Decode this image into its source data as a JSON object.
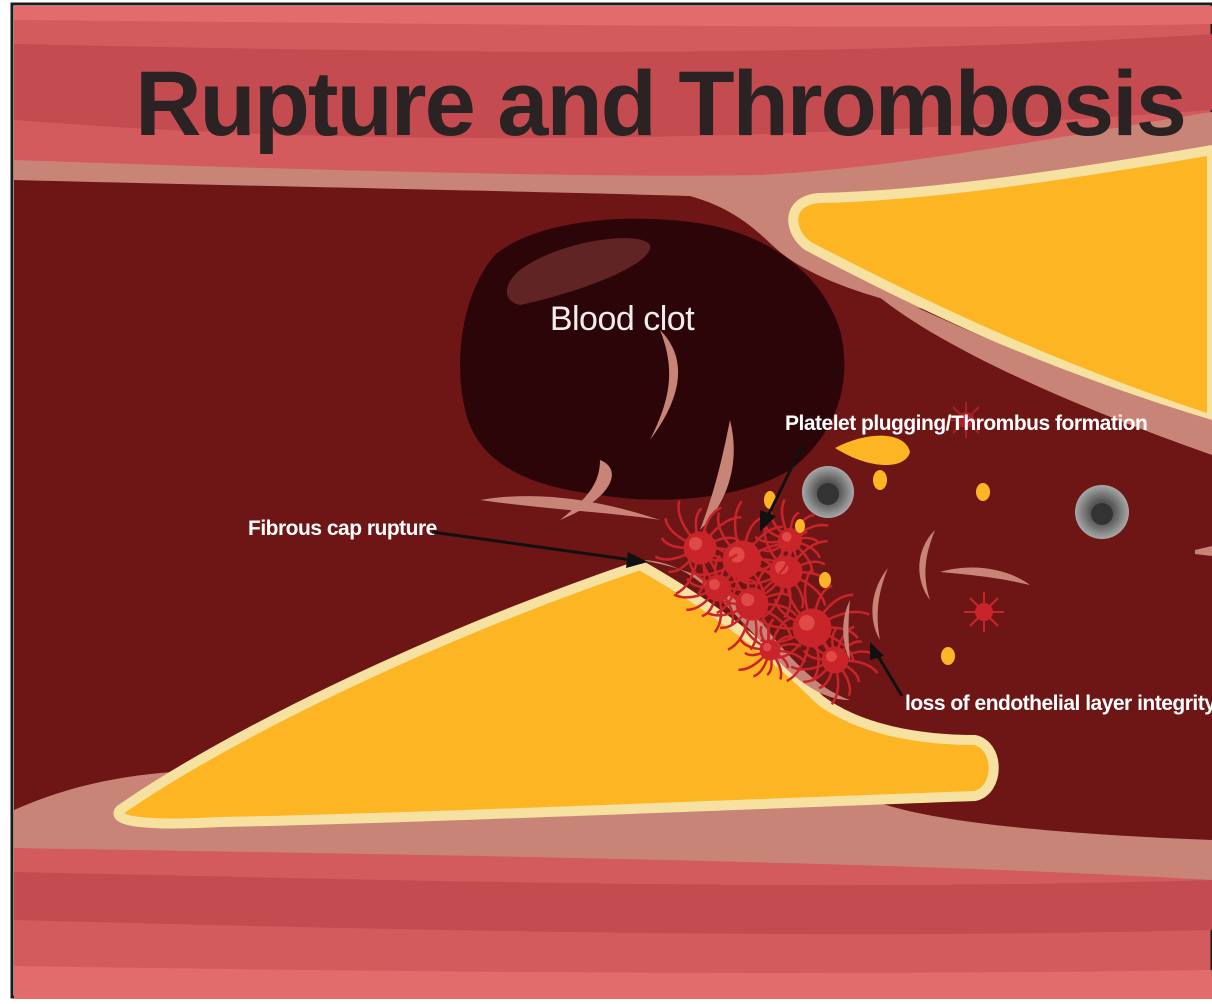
{
  "title": "Rupture and Thrombosis",
  "labels": {
    "blood_clot": "Blood clot",
    "platelet_plugging": "Platelet plugging/Thrombus formation",
    "fibrous_cap_rupture": "Fibrous cap rupture",
    "endothelial_loss": "loss of endothelial layer integrity"
  },
  "colors": {
    "outer_wall": "#d45a5c",
    "wall_band": "#c04a4e",
    "intima": "#c98478",
    "lumen": "#6e1616",
    "plaque": "#fdb524",
    "plaque_rim": "#f6e1a0",
    "clot": "#2b0508",
    "platelet": "#c8242a",
    "leukocyte": "#8c8c8c"
  }
}
